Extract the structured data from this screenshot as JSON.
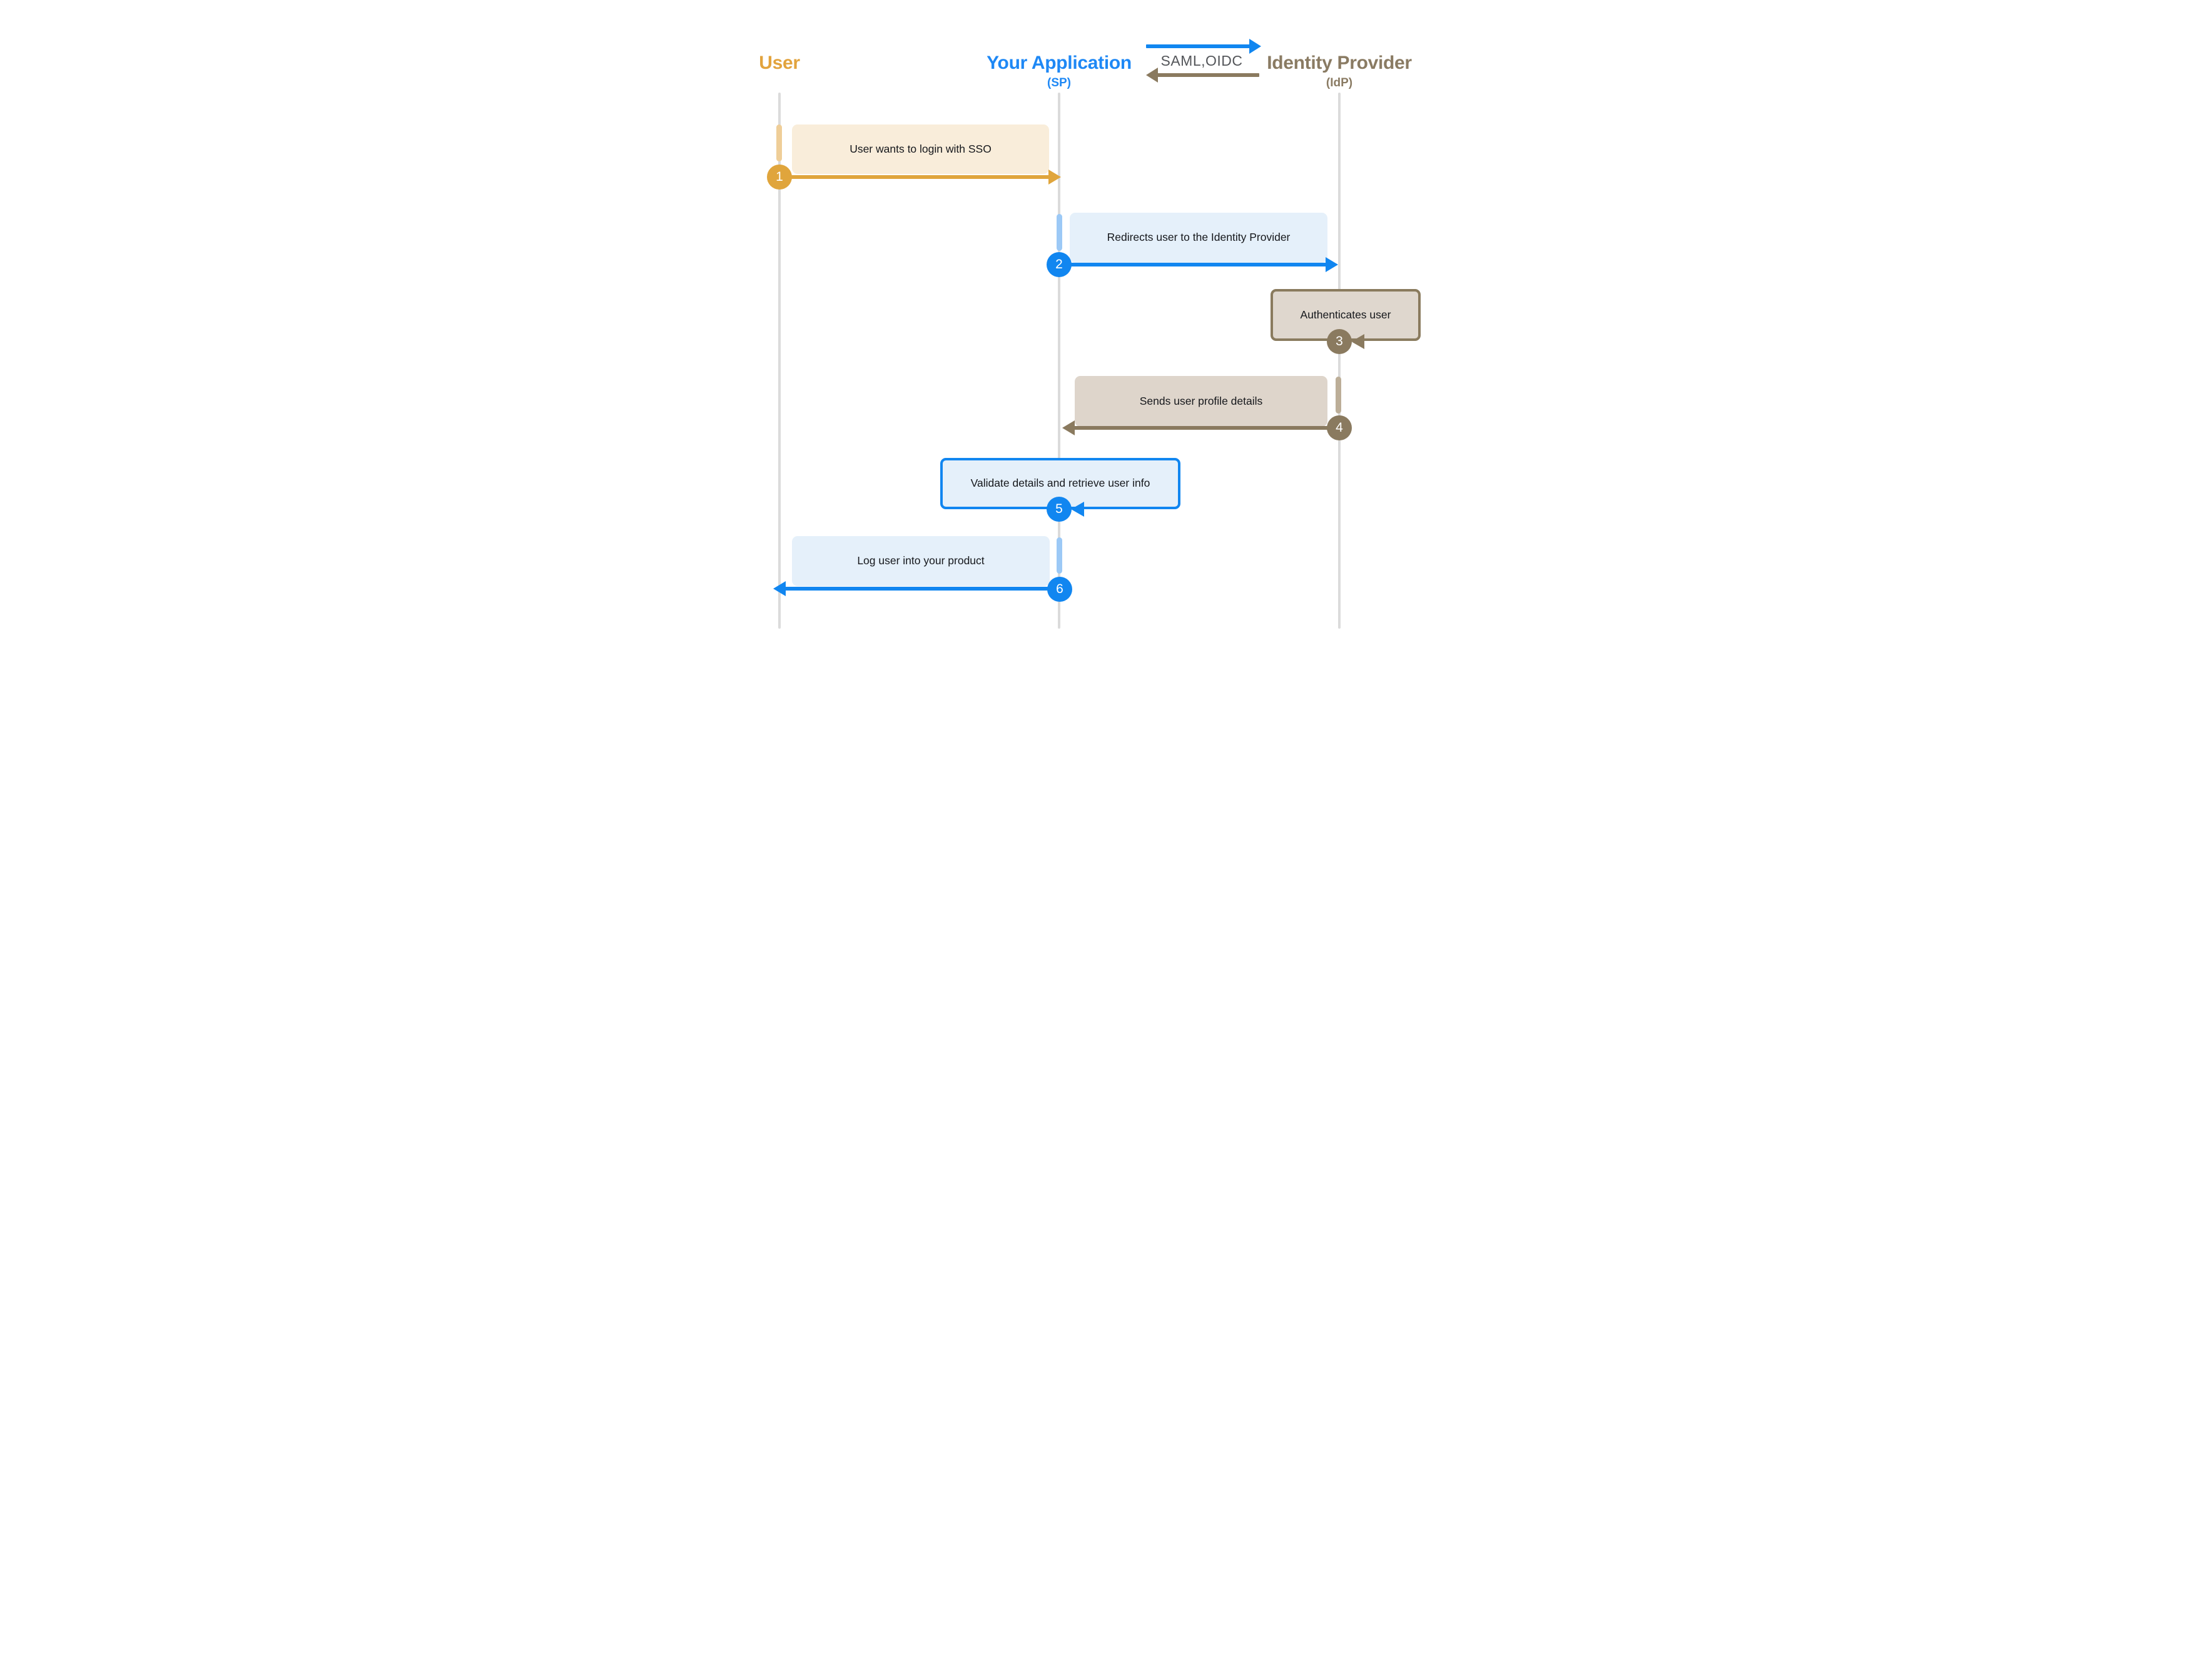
{
  "diagram": {
    "type": "sequence-diagram",
    "topic": "SSO login flow via SAML/OIDC"
  },
  "actors": [
    {
      "id": "user",
      "label": "User",
      "sublabel": "",
      "color": "#e2a33d"
    },
    {
      "id": "app",
      "label": "Your Application",
      "sublabel": "(SP)",
      "color": "#1e88f5"
    },
    {
      "id": "idp",
      "label": "Identity Provider",
      "sublabel": "(IdP)",
      "color": "#8a7b63"
    }
  ],
  "protocol": {
    "label": "SAML,OIDC",
    "right_arrow_color": "#1186f0",
    "left_arrow_color": "#8a7a5f"
  },
  "steps": [
    {
      "num": "1",
      "text": "User wants to login with SSO",
      "from": "User",
      "to": "Your Application",
      "color_theme": "orange"
    },
    {
      "num": "2",
      "text": "Redirects user to the Identity Provider",
      "from": "Your Application",
      "to": "Identity Provider",
      "color_theme": "blue"
    },
    {
      "num": "3",
      "text": "Authenticates user",
      "from": "Identity Provider",
      "to": "Identity Provider",
      "color_theme": "taupe"
    },
    {
      "num": "4",
      "text": "Sends user profile details",
      "from": "Identity Provider",
      "to": "Your Application",
      "color_theme": "taupe"
    },
    {
      "num": "5",
      "text": "Validate details and retrieve user info",
      "from": "Your Application",
      "to": "Your Application",
      "color_theme": "blue"
    },
    {
      "num": "6",
      "text": "Log user into your product",
      "from": "Your Application",
      "to": "User",
      "color_theme": "blue"
    }
  ],
  "colors": {
    "orange": "#e0a53c",
    "orange_light": "#efce98",
    "cream_box": "#f9edda",
    "blue": "#1186f0",
    "blue_light": "#9cc9f6",
    "blue_box": "#e5f0fa",
    "taupe": "#8a7a5f",
    "taupe_light": "#bcae98",
    "taupe_box": "#ded5cb",
    "lifeline_gray": "#dbdbdb",
    "protocol_text": "#54565a",
    "message_text": "#15171b"
  }
}
